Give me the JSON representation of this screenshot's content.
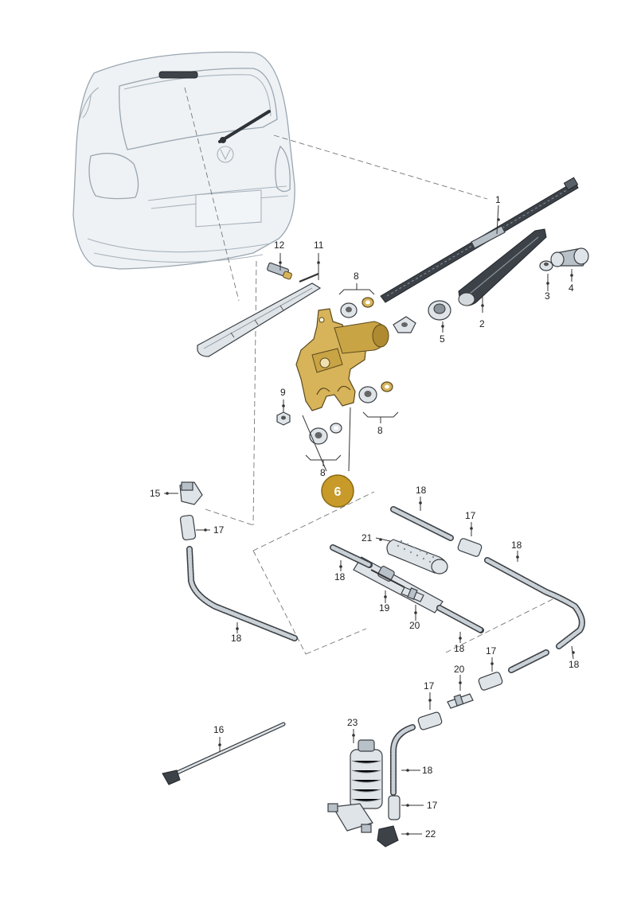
{
  "highlight": {
    "label": "6",
    "fill": "#c79a2a",
    "stroke": "#8a6a12",
    "text_color": "#ffffff"
  },
  "callouts": [
    {
      "id": "c1",
      "text": "1"
    },
    {
      "id": "c2",
      "text": "2"
    },
    {
      "id": "c3",
      "text": "3"
    },
    {
      "id": "c4",
      "text": "4"
    },
    {
      "id": "c5",
      "text": "5"
    },
    {
      "id": "c8a",
      "text": "8"
    },
    {
      "id": "c8b",
      "text": "8"
    },
    {
      "id": "c8c",
      "text": "8"
    },
    {
      "id": "c9",
      "text": "9"
    },
    {
      "id": "c11",
      "text": "11"
    },
    {
      "id": "c12",
      "text": "12"
    },
    {
      "id": "c15",
      "text": "15"
    },
    {
      "id": "c16",
      "text": "16"
    },
    {
      "id": "c17a",
      "text": "17"
    },
    {
      "id": "c17b",
      "text": "17"
    },
    {
      "id": "c17c",
      "text": "17"
    },
    {
      "id": "c17d",
      "text": "17"
    },
    {
      "id": "c17e",
      "text": "17"
    },
    {
      "id": "c18a",
      "text": "18"
    },
    {
      "id": "c18b",
      "text": "18"
    },
    {
      "id": "c18c",
      "text": "18"
    },
    {
      "id": "c18d",
      "text": "18"
    },
    {
      "id": "c18e",
      "text": "18"
    },
    {
      "id": "c18f",
      "text": "18"
    },
    {
      "id": "c18g",
      "text": "18"
    },
    {
      "id": "c19",
      "text": "19"
    },
    {
      "id": "c20a",
      "text": "20"
    },
    {
      "id": "c20b",
      "text": "20"
    },
    {
      "id": "c21",
      "text": "21"
    },
    {
      "id": "c22",
      "text": "22"
    },
    {
      "id": "c23",
      "text": "23"
    }
  ]
}
